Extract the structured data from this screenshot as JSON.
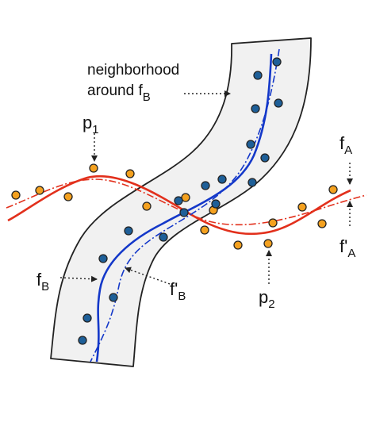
{
  "colors": {
    "band_fill": "#f1f1f1",
    "band_stroke": "#222222",
    "curve_a": "#e2301c",
    "curve_b": "#1438c9",
    "point_a": "#f4a11f",
    "point_b": "#1e5f98",
    "point_stroke": "#222222",
    "arrow": "#222222"
  },
  "labels": {
    "neighborhood_line1": "neighborhood",
    "neighborhood_line2": "around f",
    "neighborhood_sub": "B",
    "p1": "p",
    "p1_sub": "1",
    "p2": "p",
    "p2_sub": "2",
    "fA": "f",
    "fA_sub": "A",
    "fA_prime": "f'",
    "fA_prime_sub": "A",
    "fB": "f",
    "fB_sub": "B",
    "fB_prime": "f'",
    "fB_prime_sub": "B"
  }
}
